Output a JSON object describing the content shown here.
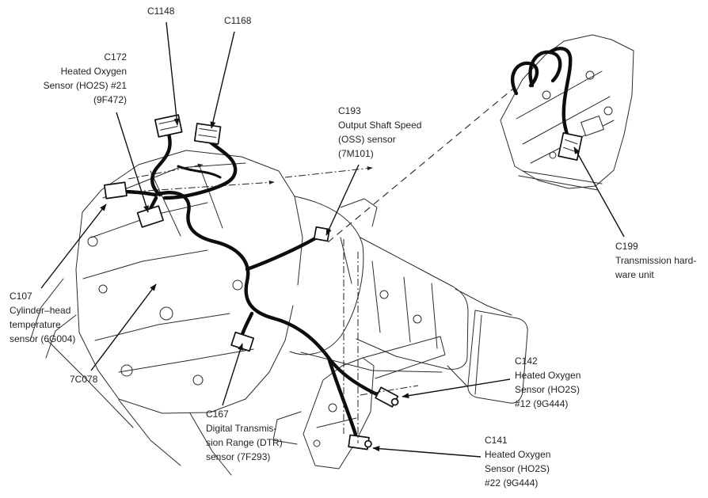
{
  "colors": {
    "background": "#ffffff",
    "line": "#2b2b2b",
    "harness": "#0d0d0d",
    "text": "#231f20"
  },
  "callouts": {
    "c1148": {
      "lines": [
        "C1148"
      ]
    },
    "c1168": {
      "lines": [
        "C1168"
      ]
    },
    "c172": {
      "lines": [
        "C172",
        "Heated Oxygen",
        "Sensor (HO2S) #21",
        "(9F472)"
      ]
    },
    "c193": {
      "lines": [
        "C193",
        "Output Shaft Speed",
        "(OSS) sensor",
        "(7M101)"
      ]
    },
    "c199": {
      "lines": [
        "C199",
        "Transmission hard-",
        "ware unit"
      ]
    },
    "c107": {
      "lines": [
        "C107",
        "Cylinder–head",
        "temperature",
        "sensor (6G004)"
      ]
    },
    "part7c078": {
      "lines": [
        "7C078"
      ]
    },
    "c167": {
      "lines": [
        "C167",
        "Digital Transmis-",
        "sion Range (DTR)",
        "sensor (7F293)"
      ]
    },
    "c142": {
      "lines": [
        "C142",
        "Heated Oxygen",
        "Sensor (HO2S)",
        "#12 (9G444)"
      ]
    },
    "c141": {
      "lines": [
        "C141",
        "Heated Oxygen",
        "Sensor (HO2S)",
        "#22 (9G444)"
      ]
    }
  }
}
